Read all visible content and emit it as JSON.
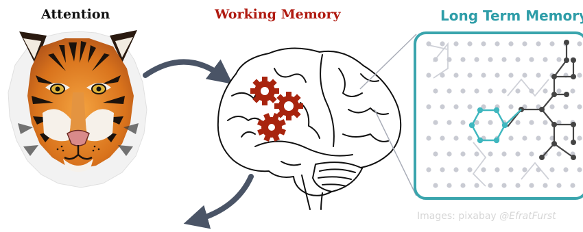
{
  "labels": {
    "attention": "Attention",
    "working_memory": "Working Memory",
    "long_term_memory": "Long Term Memory",
    "image_credit_source": "Images: pixabay",
    "image_credit_handle": "@EfratFurst"
  },
  "colors": {
    "attention_text": "#111111",
    "working_memory_text": "#b01a10",
    "long_term_memory_text": "#2e9da8",
    "arrow": "#4a5466",
    "gear": "#a8240e",
    "ltm_frame": "#3aa5ad",
    "highlight_hexagon": "#3fb7bf",
    "network_path": "#444444",
    "grid_dot": "#c9cbd3"
  },
  "icons": {
    "tiger": "tiger-face-image",
    "brain": "brain-outline-image",
    "gears": "gear-icons",
    "network": "neural-network-grid"
  }
}
